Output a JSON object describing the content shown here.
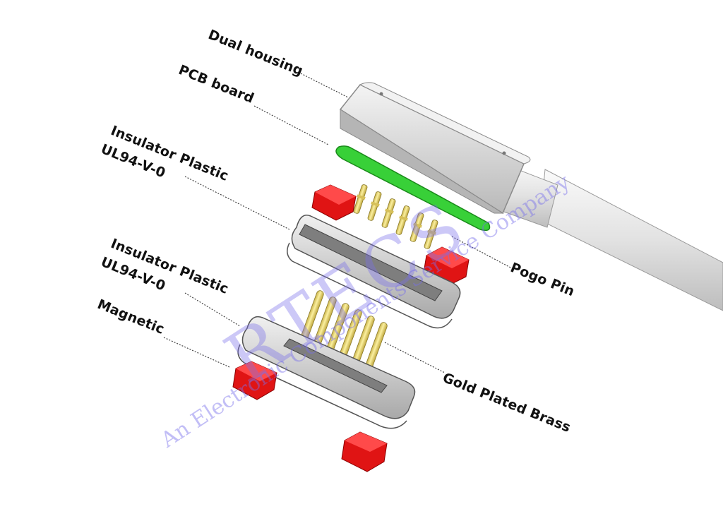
{
  "labels": {
    "dual_housing": "Dual housing",
    "pcb_board": "PCB board",
    "insulator_top_1": "Insulator Plastic",
    "insulator_top_2": "UL94-V-0",
    "insulator_bottom_1": "Insulator Plastic",
    "insulator_bottom_2": "UL94-V-0",
    "magnetic": "Magnetic",
    "pogo_pin": "Pogo Pin",
    "gold_plated_brass": "Gold Plated Brass"
  },
  "watermark": {
    "brand": "RTECS",
    "tagline": "An Electronic Components Service Company"
  },
  "colors": {
    "magnet": "#e01010",
    "pcb": "#33d433",
    "gold": "#e9d86e",
    "housing": "#d8d8d8",
    "watermark": "#7a6eea"
  }
}
